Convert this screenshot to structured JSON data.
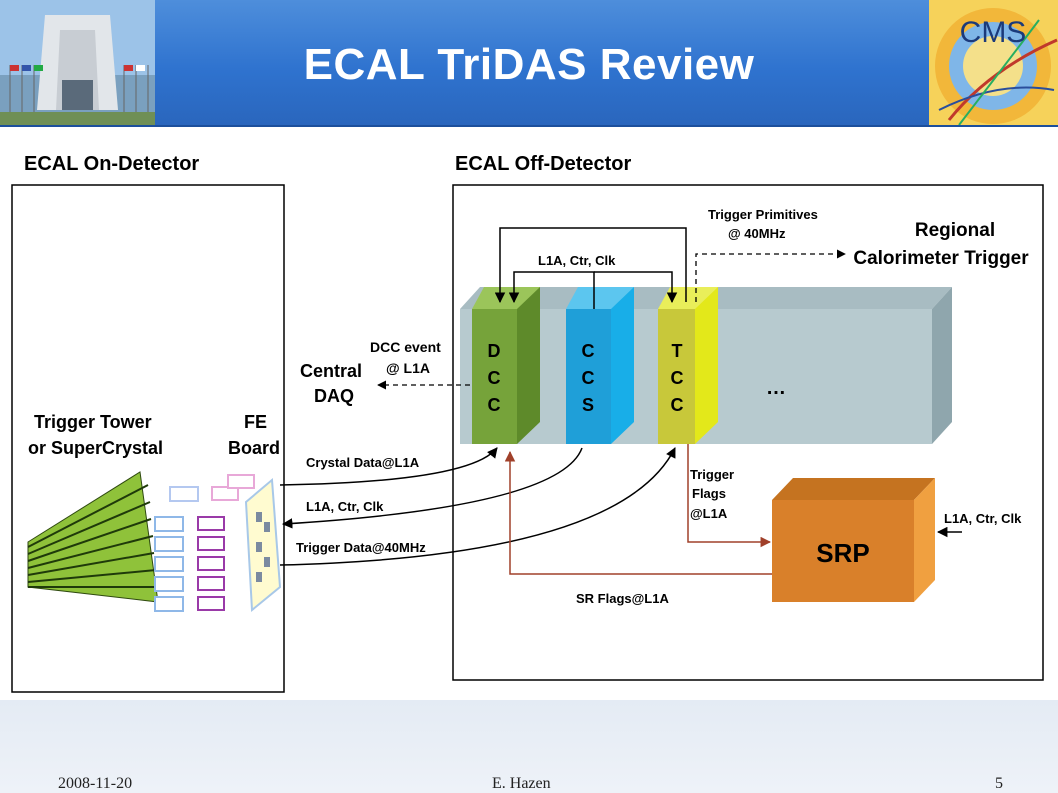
{
  "slide": {
    "title": "ECAL TriDAS Review",
    "footer": {
      "date": "2008-11-20",
      "author": "E. Hazen",
      "page": "5"
    }
  },
  "diagram": {
    "on_detector_label": "ECAL On-Detector",
    "off_detector_label": "ECAL Off-Detector",
    "trigger_tower_label": [
      "Trigger Tower",
      "or SuperCrystal"
    ],
    "fe_board_label": [
      "FE",
      "Board"
    ],
    "central_daq_label": [
      "Central",
      "DAQ"
    ],
    "dcc_event_label": [
      "DCC event",
      "@ L1A"
    ],
    "regional_trigger_label": [
      "Regional",
      "Calorimeter Trigger"
    ],
    "trigger_primitives_label": [
      "Trigger Primitives",
      "@ 40MHz"
    ],
    "crate_bus_label": "L1A, Ctr, Clk",
    "modules": [
      {
        "name": "DCC",
        "letters": [
          "D",
          "C",
          "C"
        ],
        "color": "#76a33a"
      },
      {
        "name": "CCS",
        "letters": [
          "C",
          "C",
          "S"
        ],
        "color": "#1f9fd8"
      },
      {
        "name": "TCC",
        "letters": [
          "T",
          "C",
          "C"
        ],
        "color": "#c8c83a"
      }
    ],
    "ellipsis": "…",
    "links": {
      "crystal_data": "Crystal Data@L1A",
      "fe_control": "L1A, Ctr, Clk",
      "trigger_data": "Trigger Data@40MHz",
      "trigger_flags": [
        "Trigger",
        "Flags",
        "@L1A"
      ],
      "sr_flags": "SR Flags@L1A",
      "srp_input": "L1A, Ctr, Clk"
    },
    "srp_label": "SRP"
  }
}
